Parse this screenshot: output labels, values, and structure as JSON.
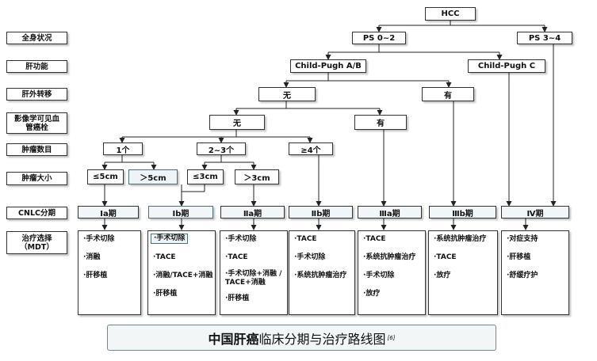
{
  "diagram": {
    "root": "HCC",
    "row_labels": {
      "performance": "全身状况",
      "liver_function": "肝功能",
      "extrahepatic": "肝外转移",
      "vascular": "影像学可见血管癌栓",
      "tumor_count": "肿瘤数目",
      "tumor_size": "肿瘤大小",
      "cnlc": "CNLC分期",
      "treatment": "治疗选择（MDT）"
    },
    "nodes": {
      "ps02": "PS 0~2",
      "ps34": "PS 3~4",
      "cp_ab": "Child-Pugh A/B",
      "cp_c": "Child-Pugh C",
      "extra_no": "无",
      "extra_yes": "有",
      "vasc_no": "无",
      "vasc_yes": "有",
      "count_1": "1个",
      "count_2_3": "2~3个",
      "count_4": "≥4个",
      "size_le5": "≤5cm",
      "size_gt5": "＞5cm",
      "size_le3": "≤3cm",
      "size_gt3": "＞3cm"
    },
    "stages": {
      "ia": "Ⅰa期",
      "ib": "Ⅰb期",
      "iia": "Ⅱa期",
      "iib": "Ⅱb期",
      "iiia": "Ⅲa期",
      "iiib": "Ⅲb期",
      "iv": "Ⅳ期"
    },
    "treatments": {
      "ia": [
        "手术切除",
        "消融",
        "肝移植"
      ],
      "ib": [
        "手术切除",
        "TACE",
        "消融/TACE+消融",
        "肝移植"
      ],
      "iia": [
        "手术切除",
        "TACE",
        "手术切除+消融 / TACE+消融",
        "肝移植"
      ],
      "iib": [
        "TACE",
        "手术切除",
        "系统抗肿瘤治疗"
      ],
      "iiia": [
        "TACE",
        "系统抗肿瘤治疗",
        "手术切除",
        "放疗"
      ],
      "iiib": [
        "系统抗肿瘤治疗",
        "TACE",
        "放疗"
      ],
      "iv": [
        "对症支持",
        "肝移植",
        "舒缓疗护"
      ]
    }
  },
  "caption": {
    "bold": "中国肝癌",
    "rest": "临床分期与治疗路线图",
    "ref": "[6]"
  }
}
